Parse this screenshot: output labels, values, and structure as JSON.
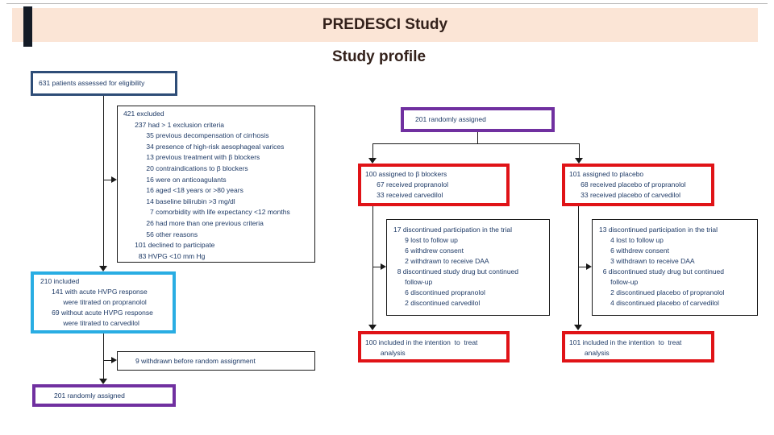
{
  "slide": {
    "title": "PREDESCI Study",
    "subtitle": "Study profile"
  },
  "colors": {
    "banner_bg": "#fbe5d6",
    "title_text": "#33211b",
    "flow_text": "#1e3a66",
    "navy_border": "#2e4d77",
    "purple_border": "#7030a0",
    "red_border": "#e01317",
    "cyan_border": "#29ade3",
    "line": "#1a1a1a"
  },
  "flowchart": {
    "eligibility": {
      "text": "631 patients assessed for eligibility"
    },
    "excluded": {
      "lines": [
        "421 excluded",
        "      237 had > 1 exclusion criteria",
        "            35 previous decompensation of cirrhosis",
        "            34 presence of high-risk aesophageal varices",
        "            13 previous treatment with β blockers",
        "            20 contraindications to β blockers",
        "            16 were on anticoagulants",
        "            16 aged <18 years or >80 years",
        "            14 baseline bilirubin >3 mg/dl",
        "              7 comorbidity with life expectancy <12 months",
        "            26 had more than one previous criteria",
        "            56 other reasons",
        "      101 declined to participate",
        "        83 HVPG <10 mm Hg"
      ]
    },
    "included_hvpg": {
      "lines": [
        "210 included",
        "      141 with acute HVPG response",
        "            were titrated on propranolol",
        "      69 without acute HVPG response",
        "            were titrated to carvedilol"
      ]
    },
    "withdrawn": {
      "text": "9 withdrawn before random assignment"
    },
    "randomized_bottom": {
      "text": "201 randomly assigned"
    },
    "randomized_top": {
      "text": "201 randomly assigned"
    },
    "assigned_bblockers": {
      "lines": [
        "100 assigned to β blockers",
        "      67 received propranolol",
        "      33 received carvedilol"
      ]
    },
    "assigned_placebo": {
      "lines": [
        "101 assigned to placebo",
        "      68 received placebo of propranolol",
        "      33 received placebo of carvedilol"
      ]
    },
    "discontinued_bblockers": {
      "lines": [
        "17 discontinued participation in the trial",
        "      9 lost to follow up",
        "      6 withdrew consent",
        "      2 withdrawn to receive DAA",
        "  8 discontinued study drug but continued",
        "      follow-up",
        "      6 discontinued propranolol",
        "      2 discontinued carvedilol"
      ]
    },
    "discontinued_placebo": {
      "lines": [
        "13 discontinued participation in the trial",
        "      4 lost to follow up",
        "      6 withdrew consent",
        "      3 withdrawn to receive DAA",
        "  6 discontinued study drug but continued",
        "      follow-up",
        "      2 discontinued placebo of propranolol",
        "      4 discontinued placebo of carvedilol"
      ]
    },
    "itt_bblockers": {
      "lines": [
        "100 included in the intention  to  treat",
        "        analysis"
      ]
    },
    "itt_placebo": {
      "lines": [
        "101 included in the intention  to  treat",
        "        analysis"
      ]
    }
  }
}
